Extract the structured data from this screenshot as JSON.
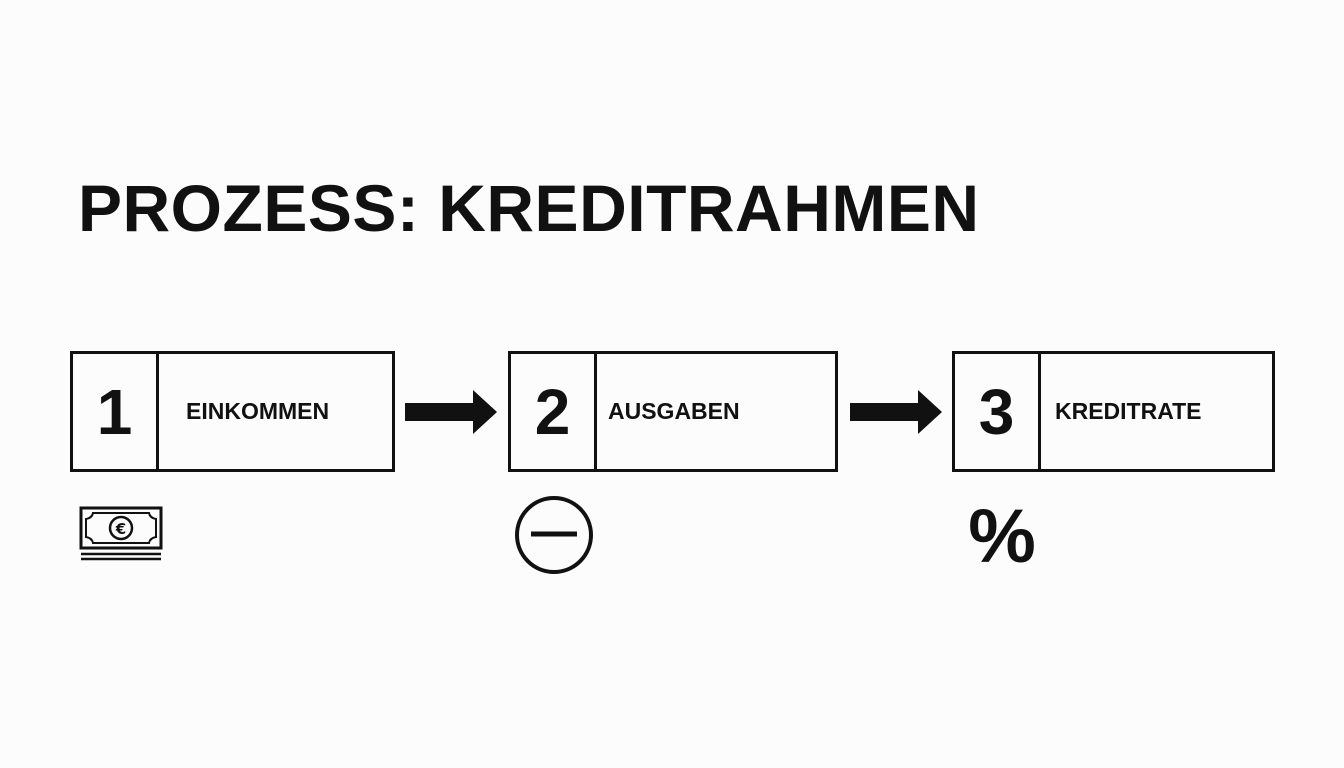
{
  "title": "PROZESS: KREDITRAHMEN",
  "steps": [
    {
      "number": "1",
      "label": "EINKOMMEN",
      "icon": "money-euro-icon"
    },
    {
      "number": "2",
      "label": "AUSGABEN",
      "icon": "minus-circle-icon"
    },
    {
      "number": "3",
      "label": "KREDITRATE",
      "icon": "percent-icon"
    }
  ],
  "percent_symbol": "%",
  "colors": {
    "ink": "#111111",
    "background": "#fcfcfc"
  }
}
